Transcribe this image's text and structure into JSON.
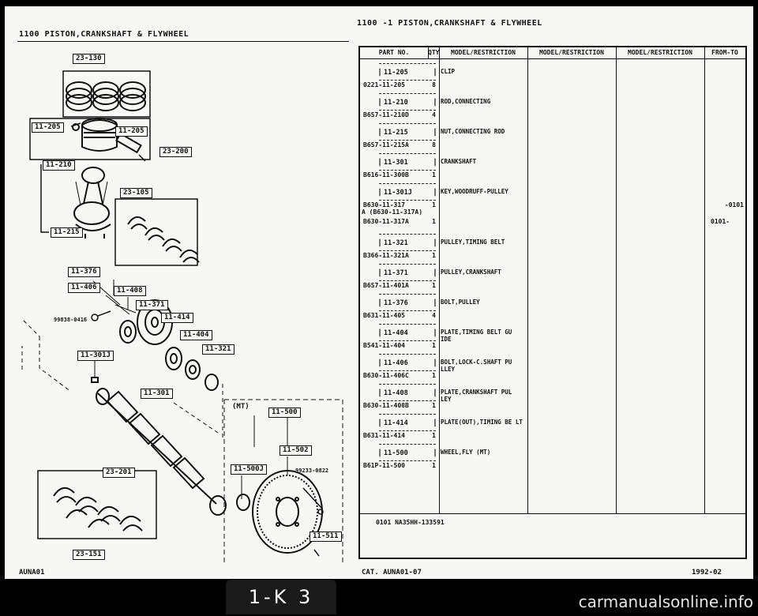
{
  "header": {
    "left_title": "1100   PISTON,CRANKSHAFT & FLYWHEEL",
    "right_title": "1100 -1   PISTON,CRANKSHAFT & FLYWHEEL"
  },
  "diagram": {
    "labels": {
      "l23_130": "23-130",
      "l11_205a": "11-205",
      "l11_205b": "11-205",
      "l23_200": "23-200",
      "l11_210": "11-210",
      "l23_105": "23-105",
      "l11_215": "11-215",
      "l11_376": "11-376",
      "l11_406": "11-406",
      "l11_408": "11-408",
      "l11_371": "11-371",
      "l11_414": "11-414",
      "l11_404": "11-404",
      "l11_321": "11-321",
      "l11_301j": "11-301J",
      "l11_301": "11-301",
      "l11_500": "11-500",
      "l11_502": "11-502",
      "l11_500j": "11-500J",
      "l23_201": "23-201",
      "l23_151": "23-151",
      "l11_511": "11-511"
    },
    "refs": {
      "r99838": "99838-0416",
      "r99233": "99233-0822",
      "mt": "(MT)"
    }
  },
  "table": {
    "headers": {
      "part_no": "PART NO.",
      "qty": "QTY",
      "model1": "MODEL/RESTRICTION",
      "model2": "MODEL/RESTRICTION",
      "model3": "MODEL/RESTRICTION",
      "from_to": "FROM-TO"
    },
    "rows": [
      {
        "ref": "11-205",
        "part": "0221-11-205",
        "qty": "8",
        "desc": "CLIP"
      },
      {
        "ref": "11-210",
        "part": "B6S7-11-210D",
        "qty": "4",
        "desc": "ROD,CONNECTING"
      },
      {
        "ref": "11-215",
        "part": "B6S7-11-215A",
        "qty": "8",
        "desc": "NUT,CONNECTING ROD"
      },
      {
        "ref": "11-301",
        "part": "B616-11-300B",
        "qty": "1",
        "desc": "CRANKSHAFT"
      },
      {
        "ref": "11-301J",
        "part": "B630-11-317",
        "part2": "A (B630-11-317A)",
        "qty": "1",
        "desc": "KEY,WOODRUFF-PULLEY",
        "to": "-0101"
      },
      {
        "ref": "",
        "part": "B630-11-317A",
        "qty": "1",
        "desc": "",
        "from": "0101-"
      },
      {
        "ref": "11-321",
        "part": "B366-11-321A",
        "qty": "1",
        "desc": "PULLEY,TIMING BELT"
      },
      {
        "ref": "11-371",
        "part": "B6S7-11-401A",
        "qty": "1",
        "desc": "PULLEY,CRANKSHAFT"
      },
      {
        "ref": "11-376",
        "part": "B631-11-405",
        "qty": "4",
        "desc": "BOLT,PULLEY"
      },
      {
        "ref": "11-404",
        "part": "B541-11-404",
        "qty": "1",
        "desc": "PLATE,TIMING BELT GU IDE"
      },
      {
        "ref": "11-406",
        "part": "B630-11-406C",
        "qty": "1",
        "desc": "BOLT,LOCK-C.SHAFT PU LLEY"
      },
      {
        "ref": "11-408",
        "part": "B630-11-408B",
        "qty": "1",
        "desc": "PLATE,CRANKSHAFT PUL LEY"
      },
      {
        "ref": "11-414",
        "part": "B631-11-414",
        "qty": "1",
        "desc": "PLATE(OUT),TIMING BE LT"
      },
      {
        "ref": "11-500",
        "part": "B61P-11-500",
        "qty": "1",
        "desc": "WHEEL,FLY (MT)"
      }
    ],
    "note": "0101 NA35HH-133591"
  },
  "footer": {
    "left": "AUNA01",
    "catalog": "CAT. AUNA01-07",
    "date": "1992-02"
  },
  "page_badge": "1-K 3",
  "watermark": "carmanualsonline.info"
}
